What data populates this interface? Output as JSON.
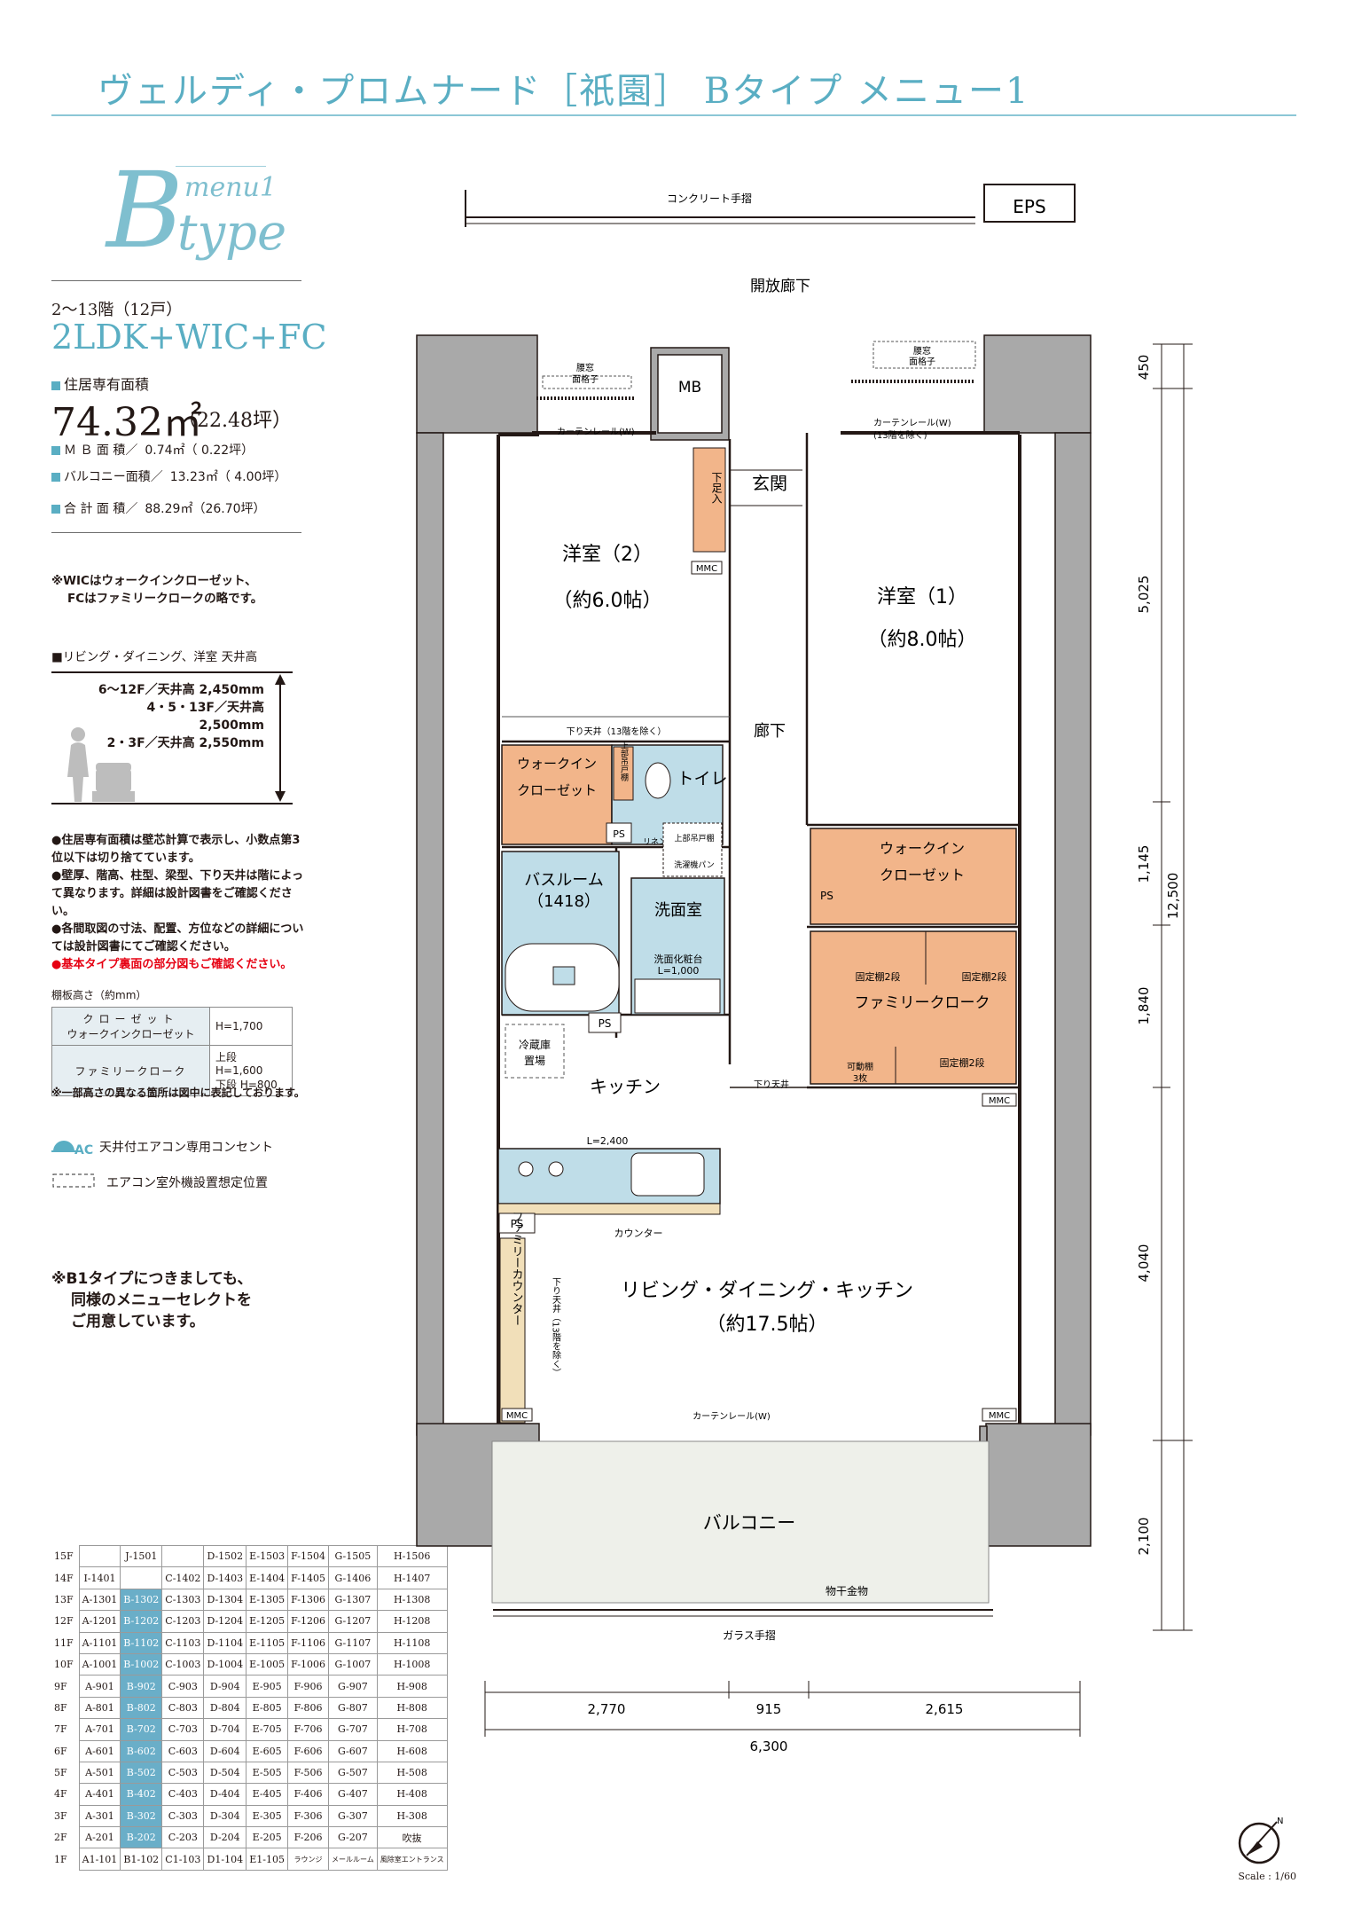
{
  "header": {
    "title": "ヴェルディ・プロムナード［祇園］ Bタイプ メニュー1"
  },
  "type_badge": {
    "letter": "B",
    "menu": "menu1",
    "word": "type"
  },
  "summary": {
    "floors": "2〜13階（12戸）",
    "layout": "2LDK+WIC+FC",
    "private_area_label": "住居専有面積",
    "private_area_value": "74.32㎡",
    "private_area_tsubo": "（22.48坪）",
    "rows": [
      {
        "label": "Ｍ Ｂ 面 積／",
        "value": "0.74㎡（ 0.22坪）"
      },
      {
        "label": "バルコニー面積／",
        "value": "13.23㎡（ 4.00坪）"
      },
      {
        "label": "合 計 面 積／",
        "value": "88.29㎡（26.70坪）"
      }
    ]
  },
  "abbrev_note": [
    "※WICはウォークインクローゼット、",
    "FCはファミリークロークの略です。"
  ],
  "ceiling": {
    "heading": "■リビング・ダイニング、洋室 天井高",
    "lines": [
      "6〜12F／天井高 2,450mm",
      "4・5・13F／天井高 2,500mm",
      "2・3F／天井高 2,550mm"
    ]
  },
  "notes": [
    "●住居専有面積は壁芯計算で表示し、小数点第3位以下は切り捨てています。",
    "●壁厚、階高、柱型、梁型、下り天井は階によって異なります。詳細は設計図書をご確認ください。",
    "●各間取図の寸法、配置、方位などの詳細については設計図書にてご確認ください。",
    "●基本タイプ裏面の部分図もご確認ください。"
  ],
  "shelf": {
    "heading": "棚板高さ（約mm）",
    "rows": [
      {
        "name": [
          "クローゼット",
          "ウォークインクローゼット"
        ],
        "value": [
          "H=1,700"
        ]
      },
      {
        "name": [
          "ファミリークローク"
        ],
        "value": [
          "上段 H=1,600",
          "下段 H=800"
        ]
      }
    ],
    "note": "※一部高さの異なる箇所は図中に表記しております。"
  },
  "legend": {
    "ac_label": "天井付エアコン専用コンセント",
    "outdoor_label": "エアコン室外機設置想定位置"
  },
  "b1_note": [
    "※B1タイプにつきましても、",
    "同様のメニューセレクトを",
    "ご用意しています。"
  ],
  "plan": {
    "handrail_top": "コンクリート手摺",
    "eps": "EPS",
    "corridor": "開放廊下",
    "mb": "MB",
    "genkan": "玄関",
    "geta": "下足入",
    "room2": "洋室（2）",
    "room2_size": "（約6.0帖）",
    "room1": "洋室（1）",
    "room1_size": "（約8.0帖）",
    "wic_left": [
      "ウォークイン",
      "クローゼット"
    ],
    "toilet": "トイレ",
    "hall": "廊下",
    "bath": "バスルーム",
    "bath_size": "（1418）",
    "washroom": "洗面室",
    "vanity": [
      "洗面化粧台",
      "L=1,000"
    ],
    "wic_right": [
      "ウォークイン",
      "クローゼット"
    ],
    "family_cloak": "ファミリークローク",
    "fixed_shelf": "固定棚2段",
    "movable_shelf": [
      "可動棚",
      "3枚"
    ],
    "fridge": [
      "冷蔵庫",
      "置場"
    ],
    "kitchen": "キッチン",
    "kitchen_len": "L=2,400",
    "counter": "カウンター",
    "family_counter": "ファミリーカウンター",
    "ldk": "リビング・ダイニング・キッチン",
    "ldk_size": "（約17.5帖）",
    "balcony": "バルコニー",
    "drying": "物干金物",
    "glass_rail": "ガラス手摺",
    "curtain_rail": "カーテンレール(W)",
    "lowered_ceiling": "下り天井（13階を除く）",
    "lowered_ceiling_short": "下り天井",
    "grille": [
      "腰窓",
      "面格子"
    ],
    "except13": "(13階を除く)",
    "except13_v": "（13階を除く）",
    "lowered_ceiling_v": "下り天井（13階を除く）",
    "upper_shelf": [
      "上部吊戸棚",
      "洗濯機パン"
    ],
    "upper_cab": "上部吊戸棚",
    "linen": "リネン庫",
    "ps": "PS",
    "mmc": "MMC",
    "ac": "AC",
    "dims_right": [
      "450",
      "5,025",
      "1,145",
      "1,840",
      "4,040",
      "2,100"
    ],
    "dim_total": "12,500",
    "dims_bottom": [
      "2,770",
      "915",
      "2,615"
    ],
    "dim_bottom_total": "6,300"
  },
  "unit_table": {
    "rows": [
      {
        "floor": "15F",
        "cells": [
          "",
          "J-1501",
          "",
          "D-1502",
          "E-1503",
          "F-1504",
          "G-1505",
          "H-1506"
        ]
      },
      {
        "floor": "14F",
        "cells": [
          "I-1401",
          "",
          "C-1402",
          "D-1403",
          "E-1404",
          "F-1405",
          "G-1406",
          "H-1407"
        ]
      },
      {
        "floor": "13F",
        "cells": [
          "A-1301",
          "B-1302",
          "C-1303",
          "D-1304",
          "E-1305",
          "F-1306",
          "G-1307",
          "H-1308"
        ]
      },
      {
        "floor": "12F",
        "cells": [
          "A-1201",
          "B-1202",
          "C-1203",
          "D-1204",
          "E-1205",
          "F-1206",
          "G-1207",
          "H-1208"
        ]
      },
      {
        "floor": "11F",
        "cells": [
          "A-1101",
          "B-1102",
          "C-1103",
          "D-1104",
          "E-1105",
          "F-1106",
          "G-1107",
          "H-1108"
        ]
      },
      {
        "floor": "10F",
        "cells": [
          "A-1001",
          "B-1002",
          "C-1003",
          "D-1004",
          "E-1005",
          "F-1006",
          "G-1007",
          "H-1008"
        ]
      },
      {
        "floor": "9F",
        "cells": [
          "A-901",
          "B-902",
          "C-903",
          "D-904",
          "E-905",
          "F-906",
          "G-907",
          "H-908"
        ]
      },
      {
        "floor": "8F",
        "cells": [
          "A-801",
          "B-802",
          "C-803",
          "D-804",
          "E-805",
          "F-806",
          "G-807",
          "H-808"
        ]
      },
      {
        "floor": "7F",
        "cells": [
          "A-701",
          "B-702",
          "C-703",
          "D-704",
          "E-705",
          "F-706",
          "G-707",
          "H-708"
        ]
      },
      {
        "floor": "6F",
        "cells": [
          "A-601",
          "B-602",
          "C-603",
          "D-604",
          "E-605",
          "F-606",
          "G-607",
          "H-608"
        ]
      },
      {
        "floor": "5F",
        "cells": [
          "A-501",
          "B-502",
          "C-503",
          "D-504",
          "E-505",
          "F-506",
          "G-507",
          "H-508"
        ]
      },
      {
        "floor": "4F",
        "cells": [
          "A-401",
          "B-402",
          "C-403",
          "D-404",
          "E-405",
          "F-406",
          "G-407",
          "H-408"
        ]
      },
      {
        "floor": "3F",
        "cells": [
          "A-301",
          "B-302",
          "C-303",
          "D-304",
          "E-305",
          "F-306",
          "G-307",
          "H-308"
        ]
      },
      {
        "floor": "2F",
        "cells": [
          "A-201",
          "B-202",
          "C-203",
          "D-204",
          "E-205",
          "F-206",
          "G-207",
          "吹抜"
        ]
      },
      {
        "floor": "1F",
        "cells": [
          "A1-101",
          "B1-102",
          "C1-103",
          "D1-104",
          "E1-105",
          "ラウンジ",
          "メールルーム",
          "風除室エントランス"
        ]
      }
    ]
  },
  "scale": "Scale : 1/60",
  "colors": {
    "accent": "#5aaec3",
    "closet": "#f2b58a",
    "wet": "#bfdde8",
    "counter": "#f1dfb9"
  }
}
